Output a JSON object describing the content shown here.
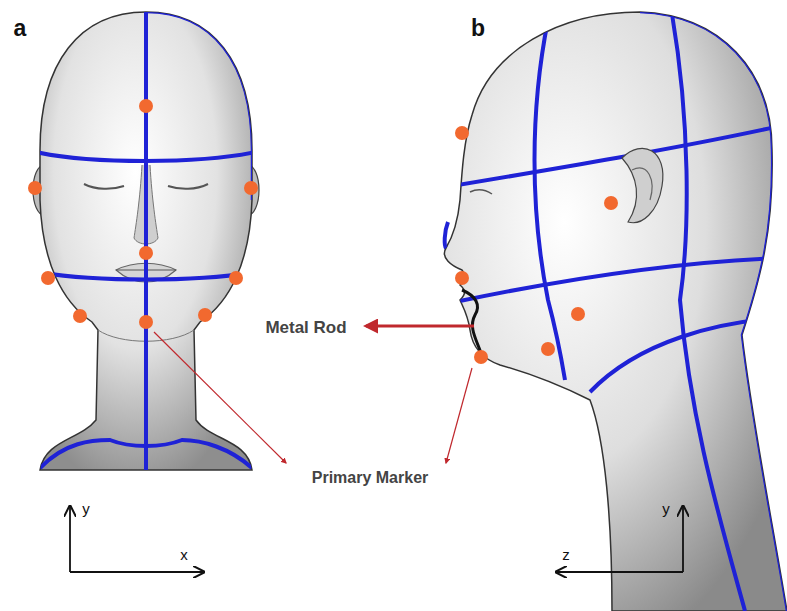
{
  "diagram": {
    "labels": [
      "a",
      "b",
      "Metal Rod",
      "Primary Marker",
      "y",
      "x",
      "y",
      "z"
    ]
  }
}
